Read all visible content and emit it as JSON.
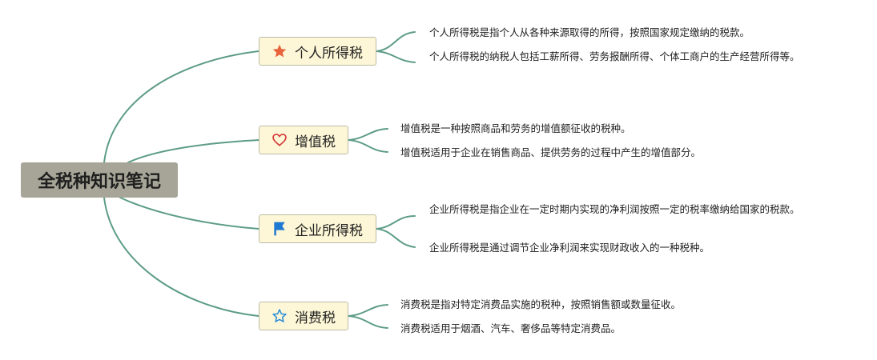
{
  "root": {
    "label": "全税种知识笔记"
  },
  "topics": [
    {
      "label": "个人所得税",
      "icon": "star-icon",
      "icon_color": "#e8643c",
      "notes": [
        "个人所得税是指个人从各种来源取得的所得，按照国家规定缴纳的税款。",
        "个人所得税的纳税人包括工薪所得、劳务报酬所得、个体工商户的生产经营所得等。"
      ]
    },
    {
      "label": "增值税",
      "icon": "heart-outline-icon",
      "icon_color": "#d43a3a",
      "notes": [
        "增值税是一种按照商品和劳务的增值额征收的税种。",
        "增值税适用于企业在销售商品、提供劳务的过程中产生的增值部分。"
      ]
    },
    {
      "label": "企业所得税",
      "icon": "flag-icon",
      "icon_color": "#1f78d1",
      "notes": [
        "企业所得税是指企业在一定时期内实现的净利润按照一定的税率缴纳给国家的税款。",
        "企业所得税是通过调节企业净利润来实现财政收入的一种税种。"
      ]
    },
    {
      "label": "消费税",
      "icon": "star-outline-icon",
      "icon_color": "#2a8bd8",
      "notes": [
        "消费税是指对特定消费品实施的税种，按照销售额或数量征收。",
        "消费税适用于烟酒、汽车、奢侈品等特定消费品。"
      ]
    }
  ],
  "colors": {
    "connector": "#5d9c87",
    "topic_bg": "#fdf7d7",
    "root_bg": "#a6a597"
  }
}
